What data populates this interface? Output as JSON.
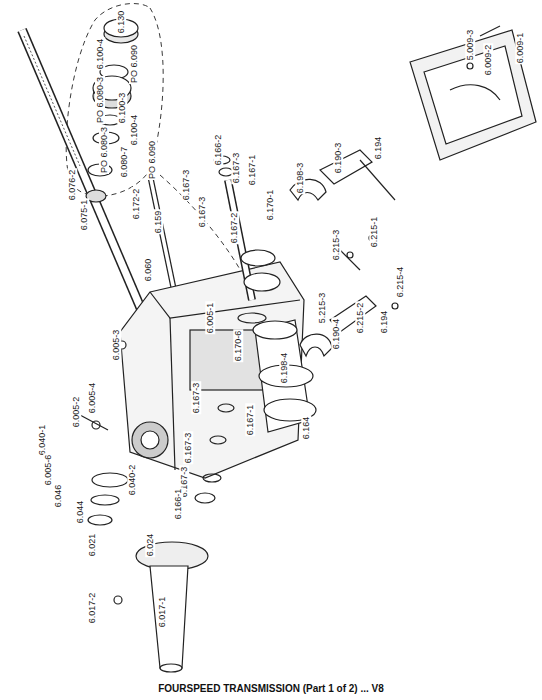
{
  "diagram": {
    "caption": "FOURSPEED TRANSMISSION (Part 1 of 2) ... V8",
    "labels": [
      "6.130",
      "PO 6.090",
      "6.100-4",
      "PO 6.080-3",
      "6.100-3",
      "6.100-4",
      "PO 6.080-3",
      "6.080-7",
      "PO 6.090",
      "6.076-2",
      "6.172-2",
      "6.075-1",
      "6.159",
      "6.060",
      "6.005-3",
      "6.005-1",
      "6.005-4",
      "6.005-2",
      "6.040-1",
      "6.005-6",
      "6.046",
      "6.040-2",
      "6.044",
      "6.021",
      "6.024",
      "6.017-2",
      "6.017-1",
      "6.166-2",
      "6.167-3",
      "6.167-1",
      "6.167-3",
      "6.167-3",
      "6.167-2",
      "6.170-1",
      "6.198-3",
      "6.190-3",
      "6.194",
      "5.009-3",
      "6.009-2",
      "6.009-1",
      "6.215-1",
      "6.215-4",
      "6.215-3",
      "6.215-2",
      "5.215-3",
      "6.194",
      "6.190-4",
      "6.198-4",
      "6.170-6",
      "6.164",
      "6.167-3",
      "6.167-1",
      "6.167-3",
      "6.167-3",
      "6.166-1"
    ]
  }
}
